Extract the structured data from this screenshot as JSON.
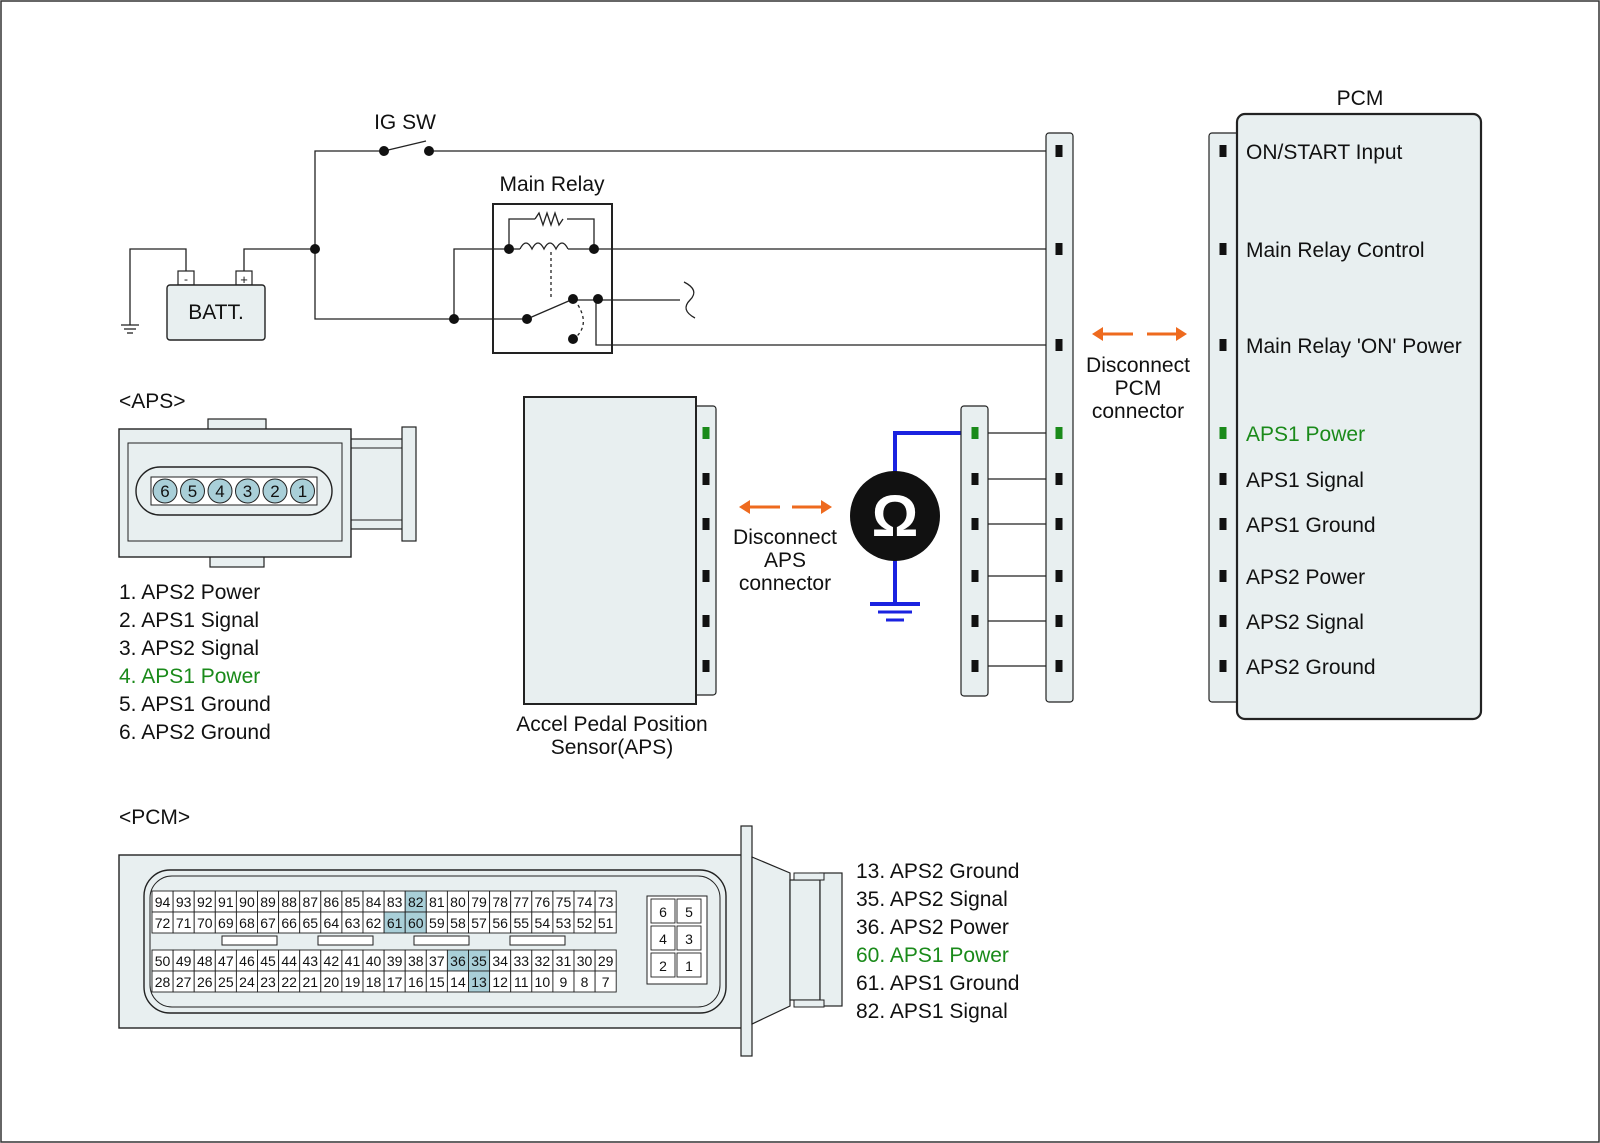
{
  "circuit": {
    "ig_sw": "IG SW",
    "main_relay": "Main Relay",
    "batt": "BATT.",
    "batt_minus": "-",
    "batt_plus": "+",
    "pcm_title": "PCM",
    "disconnect_pcm": [
      "Disconnect",
      "PCM",
      "connector"
    ],
    "disconnect_aps": [
      "Disconnect",
      "APS",
      "connector"
    ],
    "aps_sensor": [
      "Accel Pedal Position",
      "Sensor(APS)"
    ],
    "ohm_symbol": "Ω",
    "pcm_terminals": [
      {
        "label": "ON/START Input",
        "highlight": false
      },
      {
        "label": "Main Relay Control",
        "highlight": false
      },
      {
        "label": "Main Relay 'ON' Power",
        "highlight": false
      },
      {
        "label": "APS1 Power",
        "highlight": true
      },
      {
        "label": "APS1 Signal",
        "highlight": false
      },
      {
        "label": "APS1 Ground",
        "highlight": false
      },
      {
        "label": "APS2 Power",
        "highlight": false
      },
      {
        "label": "APS2 Signal",
        "highlight": false
      },
      {
        "label": "APS2 Ground",
        "highlight": false
      }
    ]
  },
  "aps_connector": {
    "title": "<APS>",
    "pins": [
      "6",
      "5",
      "4",
      "3",
      "2",
      "1"
    ],
    "legend": [
      {
        "text": "1. APS2 Power",
        "highlight": false
      },
      {
        "text": "2. APS1 Signal",
        "highlight": false
      },
      {
        "text": "3. APS2 Signal",
        "highlight": false
      },
      {
        "text": "4. APS1 Power",
        "highlight": true
      },
      {
        "text": "5. APS1 Ground",
        "highlight": false
      },
      {
        "text": "6. APS2 Ground",
        "highlight": false
      }
    ]
  },
  "pcm_connector": {
    "title": "<PCM>",
    "row1": [
      "94",
      "93",
      "92",
      "91",
      "90",
      "89",
      "88",
      "87",
      "86",
      "85",
      "84",
      "83",
      "82",
      "81",
      "80",
      "79",
      "78",
      "77",
      "76",
      "75",
      "74",
      "73"
    ],
    "row2": [
      "72",
      "71",
      "70",
      "69",
      "68",
      "67",
      "66",
      "65",
      "64",
      "63",
      "62",
      "61",
      "60",
      "59",
      "58",
      "57",
      "56",
      "55",
      "54",
      "53",
      "52",
      "51"
    ],
    "row3": [
      "50",
      "49",
      "48",
      "47",
      "46",
      "45",
      "44",
      "43",
      "42",
      "41",
      "40",
      "39",
      "38",
      "37",
      "36",
      "35",
      "34",
      "33",
      "32",
      "31",
      "30",
      "29"
    ],
    "row4": [
      "28",
      "27",
      "26",
      "25",
      "24",
      "23",
      "22",
      "21",
      "20",
      "19",
      "18",
      "17",
      "16",
      "15",
      "14",
      "13",
      "12",
      "11",
      "10",
      "9",
      "8",
      "7"
    ],
    "small_block": [
      [
        "6",
        "5"
      ],
      [
        "4",
        "3"
      ],
      [
        "2",
        "1"
      ]
    ],
    "highlighted_pins": [
      "82",
      "61",
      "60",
      "36",
      "35",
      "13"
    ],
    "legend": [
      {
        "text": "13. APS2 Ground",
        "highlight": false
      },
      {
        "text": "35. APS2 Signal",
        "highlight": false
      },
      {
        "text": "36. APS2 Power",
        "highlight": false
      },
      {
        "text": "60. APS1 Power",
        "highlight": true
      },
      {
        "text": "61. APS1 Ground",
        "highlight": false
      },
      {
        "text": "82. APS1 Signal",
        "highlight": false
      }
    ]
  },
  "colors": {
    "highlight_green": "#1a8a1a",
    "arrow_orange": "#ee6a1e",
    "meter_wire_blue": "#1a22e0",
    "pin_highlight": "#a9cfd8",
    "panel_fill": "#e8eff0"
  }
}
